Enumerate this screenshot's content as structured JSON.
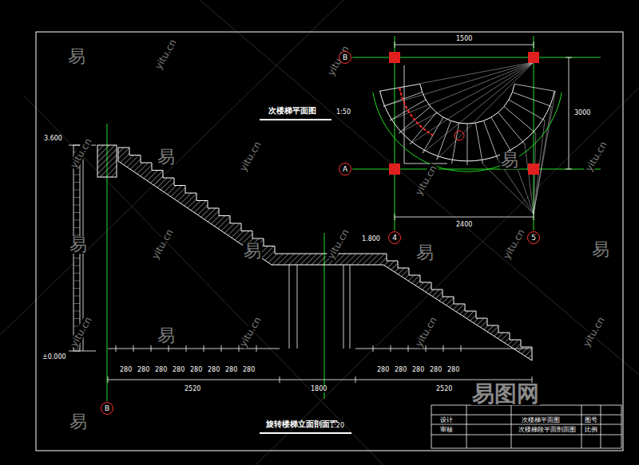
{
  "diagram": {
    "nodes": [
      {
        "text": [
          "B"
        ]
      },
      {
        "text": [
          "A"
        ]
      },
      {
        "text": [
          "4"
        ]
      },
      {
        "text": [
          "5"
        ]
      },
      {
        "text": [
          "B"
        ]
      }
    ],
    "labels": [
      "次楼梯平面图",
      "1:50",
      "旋转楼梯立面剖面图",
      "1:20",
      "3.600",
      "±0.000",
      "1.800",
      "280",
      "280",
      "280",
      "280",
      "280",
      "280",
      "280",
      "280",
      "280",
      "280",
      "280",
      "280",
      "280",
      "2520",
      "1800",
      "2520",
      "2400",
      "1500",
      "3000",
      "次楼梯平面图",
      "次楼梯段平面剖面图",
      "设计",
      "审核",
      "图号",
      "比例",
      "易",
      "易",
      "易",
      "易",
      "易",
      "易",
      "易",
      "易",
      "易",
      "yitu.cn",
      "yitu.cn",
      "yitu.cn",
      "yitu.cn",
      "yitu.cn",
      "yitu.cn",
      "yitu.cn",
      "yitu.cn",
      "yitu.cn",
      "yitu.cn",
      "yitu.cn",
      "yitu.cn",
      "yitu.cn",
      "易图网"
    ]
  }
}
